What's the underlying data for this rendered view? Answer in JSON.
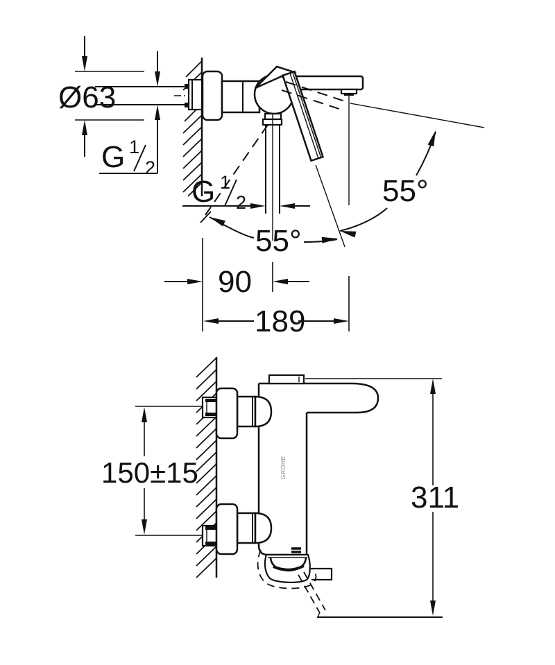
{
  "drawing": {
    "kind": "technical dimension drawing",
    "brand_mark": "GROHE",
    "line_color": "#111111",
    "background": "#ffffff"
  },
  "side_view": {
    "dim_escutcheon_diameter": "Ø63",
    "thread_wall": {
      "letter": "G",
      "numerator": "1",
      "denominator": "2"
    },
    "thread_outlet": {
      "letter": "G",
      "numerator": "1",
      "denominator": "2"
    },
    "angle_hose": "55°",
    "angle_spout": "55°",
    "dim_outlet_depth": "90",
    "dim_total_depth": "189"
  },
  "front_view": {
    "dim_inlet_center_distance": "150±15",
    "dim_total_height": "311"
  }
}
